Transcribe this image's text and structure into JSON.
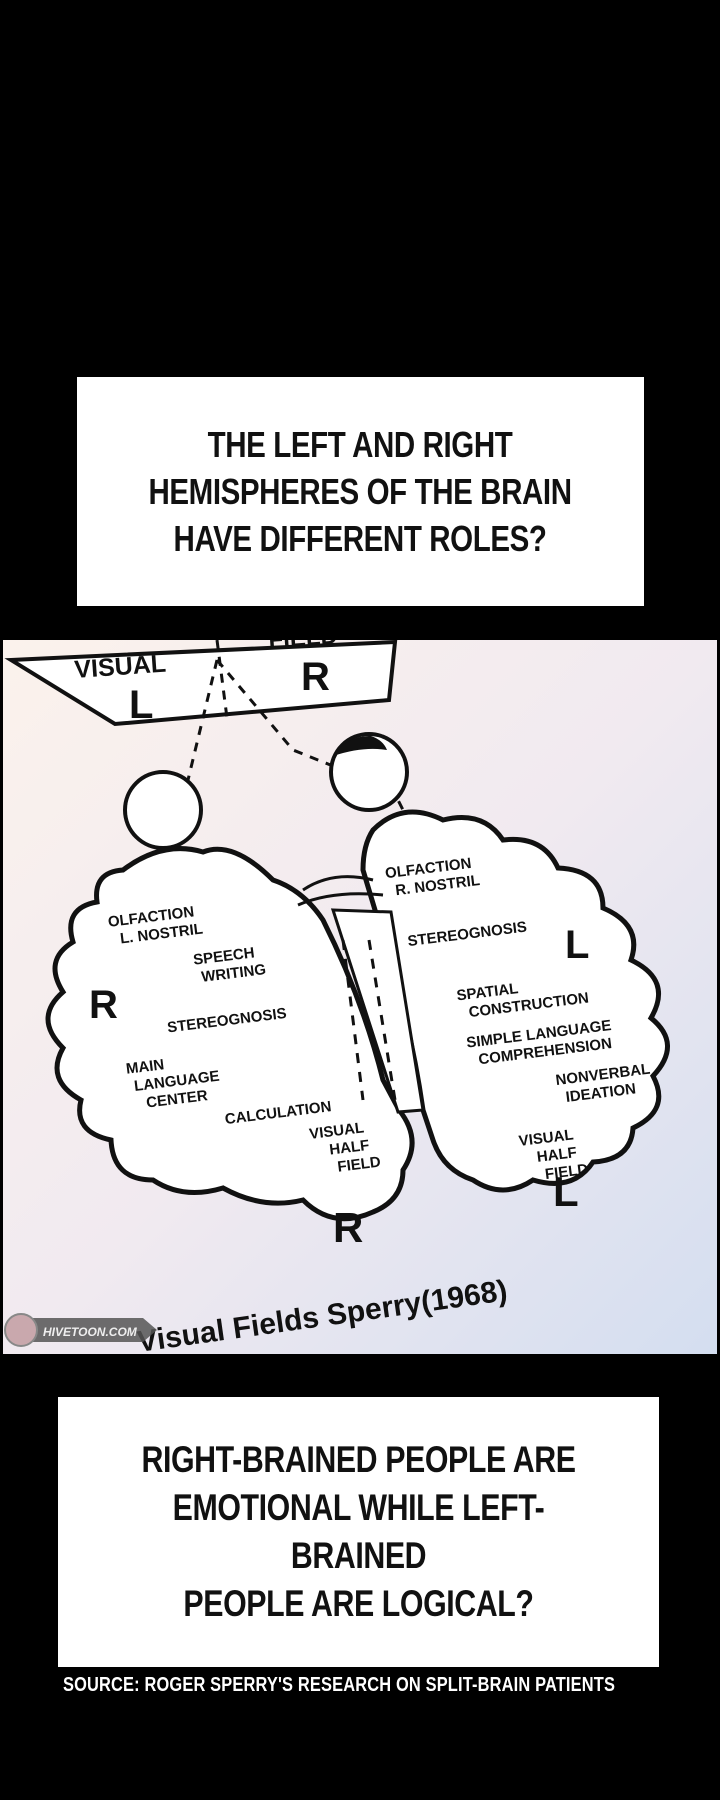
{
  "caption_top": "THE LEFT AND RIGHT\nHEMISPHERES OF THE BRAIN\nHAVE DIFFERENT ROLES?",
  "caption_bottom": "RIGHT-BRAINED PEOPLE ARE\nEMOTIONAL WHILE LEFT-BRAINED\nPEOPLE ARE LOGICAL?",
  "source_note": "SOURCE: ROGER SPERRY'S RESEARCH ON SPLIT-BRAIN PATIENTS",
  "diagram": {
    "visual_label": "VISUAL",
    "field_label": "FIELD",
    "field_left": "L",
    "field_right": "R",
    "left_brain": {
      "side_letter": "R",
      "bottom_letter": "R",
      "labels": [
        "OLFACTION",
        "L. NOSTRIL",
        "SPEECH",
        "WRITING",
        "STEREOGNOSIS",
        "MAIN",
        "LANGUAGE",
        "CENTER",
        "CALCULATION",
        "VISUAL",
        "HALF",
        "FIELD"
      ]
    },
    "right_brain": {
      "side_letter": "L",
      "bottom_letter": "L",
      "labels": [
        "OLFACTION",
        "R. NOSTRIL",
        "STEREOGNOSIS",
        "SPATIAL",
        "CONSTRUCTION",
        "SIMPLE LANGUAGE",
        "COMPREHENSION",
        "NONVERBAL",
        "IDEATION",
        "VISUAL",
        "HALF",
        "FIELD"
      ]
    },
    "caption": "Visual Fields Sperry(1968)",
    "watermark": "HIVETOON.COM"
  }
}
